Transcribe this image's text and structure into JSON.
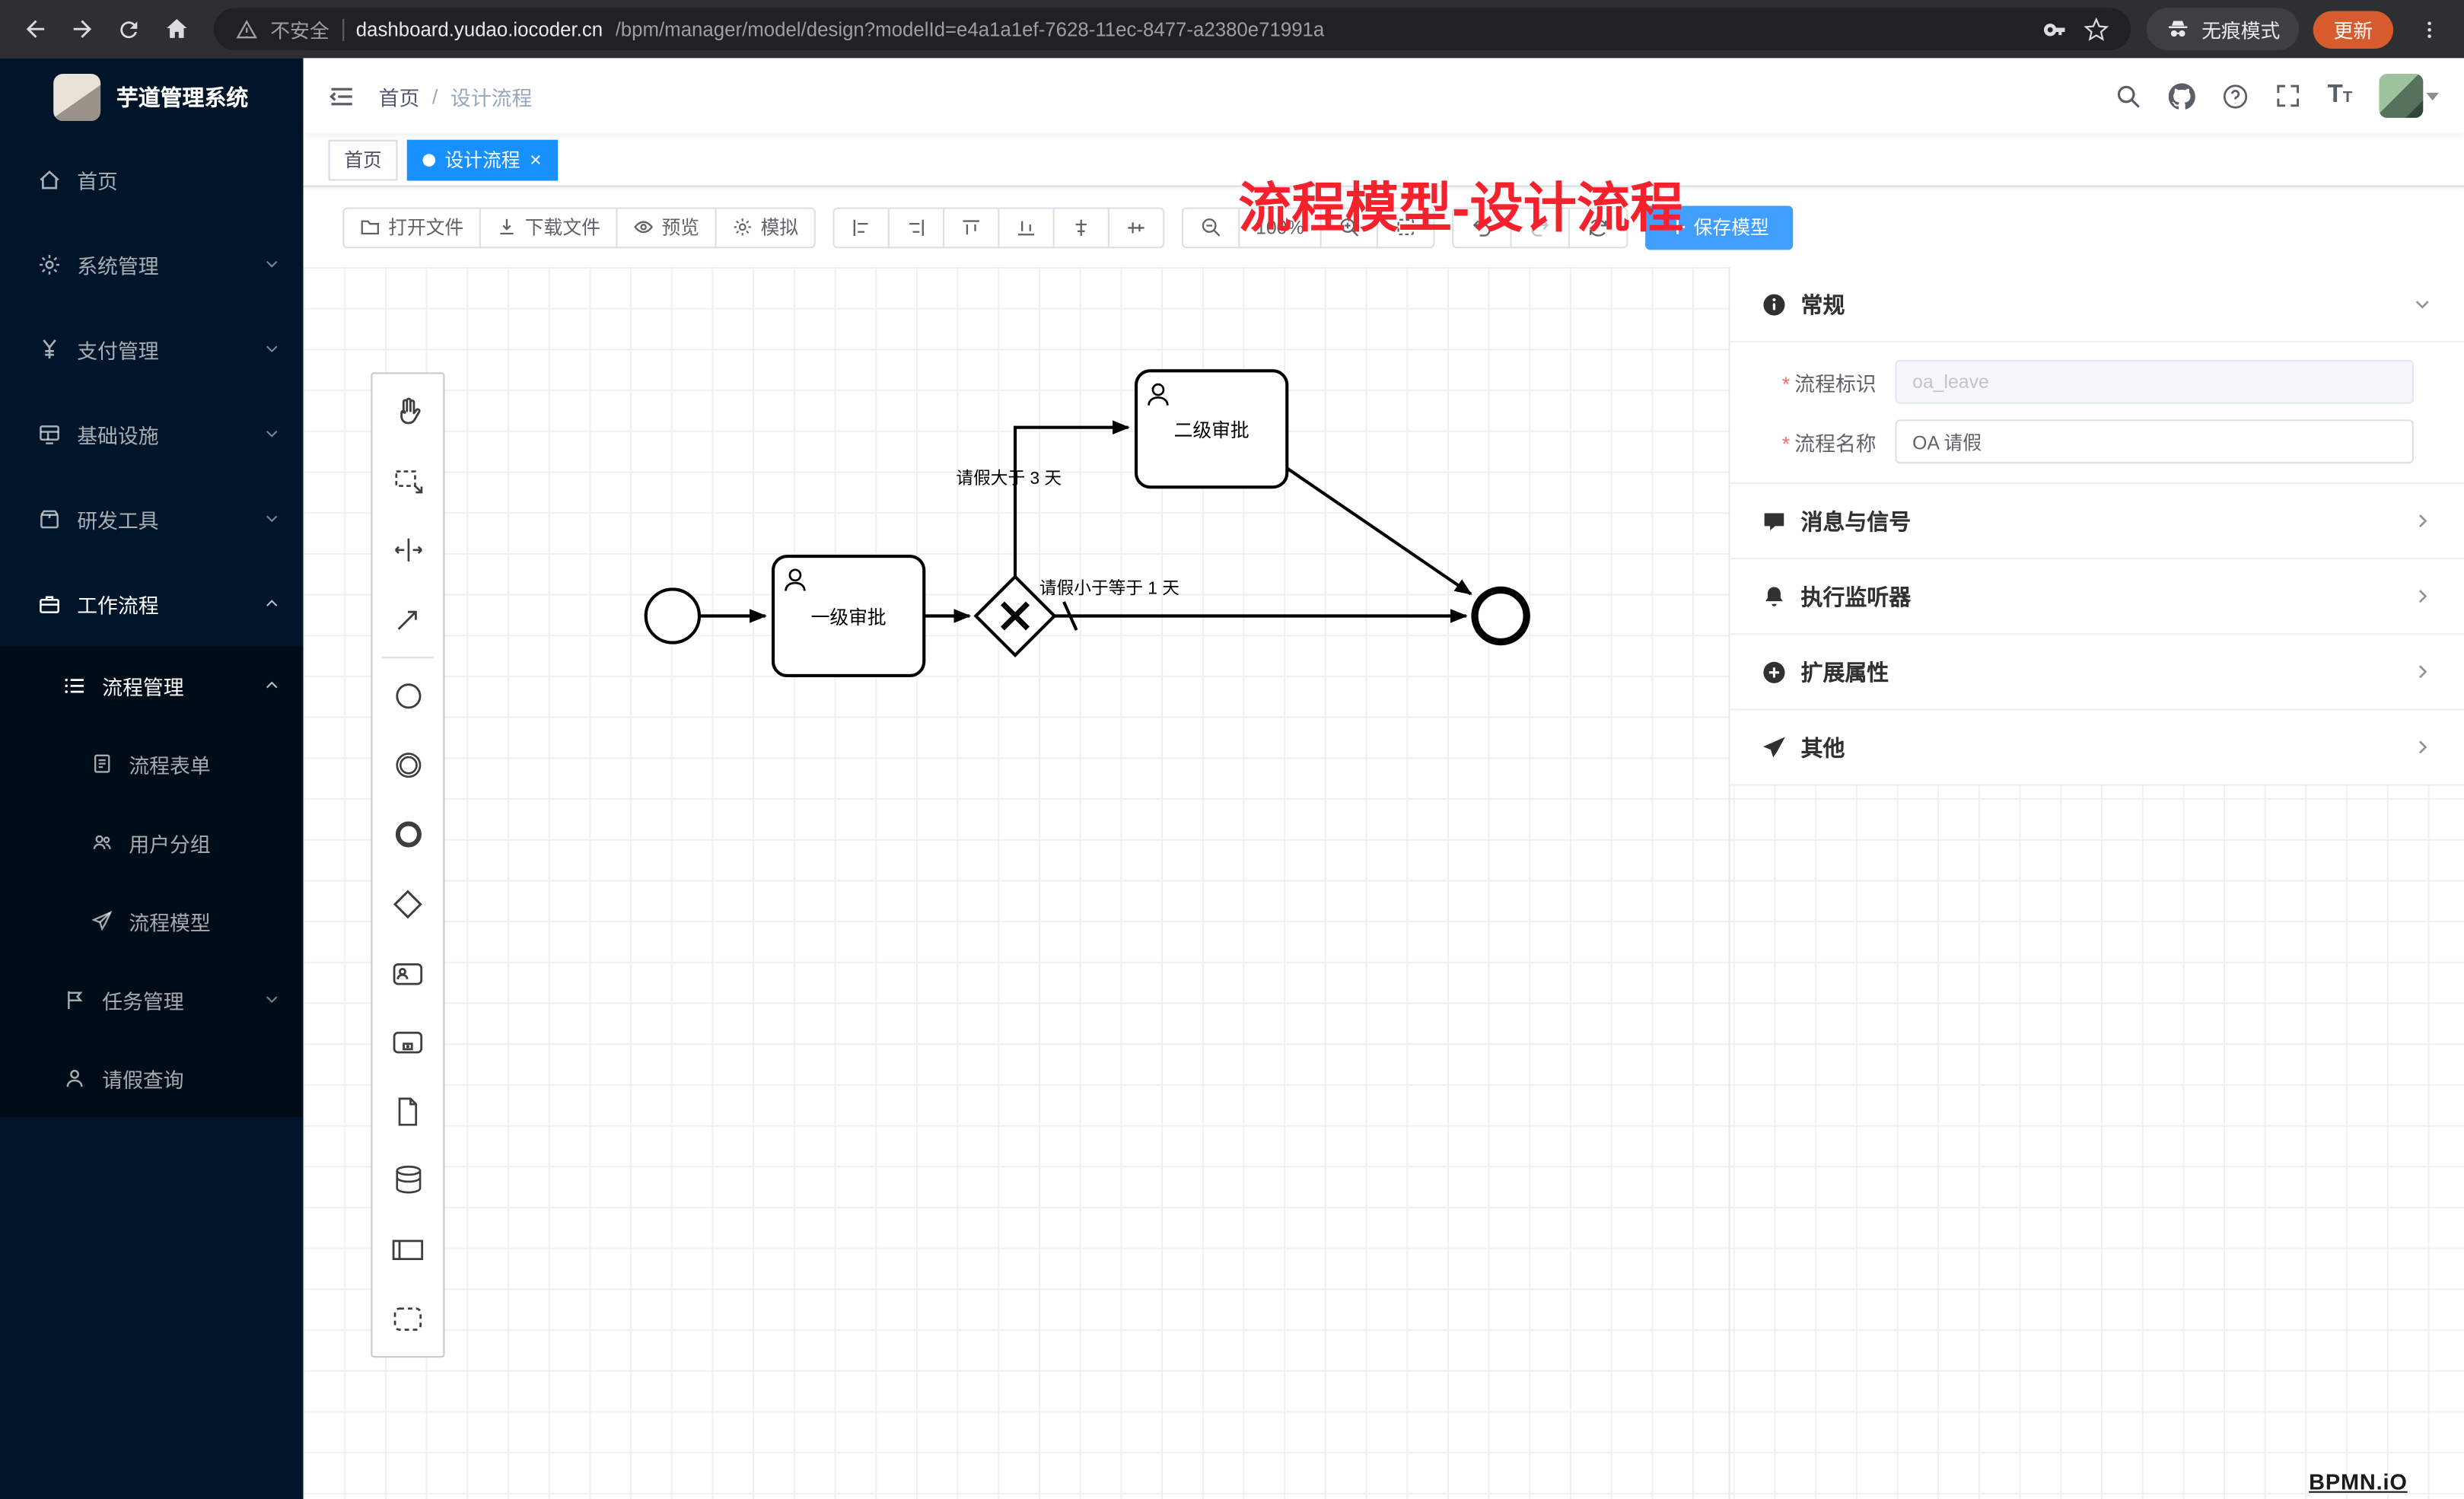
{
  "colors": {
    "accent_blue": "#409eff",
    "tab_active_blue": "#1890ff",
    "sidebar_bg": "#001529",
    "submenu_bg": "#000c17",
    "annotation_red": "#f5222d",
    "update_chip_orange": "#d85b2d"
  },
  "browser": {
    "security_label": "不安全",
    "url_host": "dashboard.yudao.iocoder.cn",
    "url_path": "/bpm/manager/model/design?modelId=e4a1a1ef-7628-11ec-8477-a2380e71991a",
    "incognito_label": "无痕模式",
    "update_label": "更新"
  },
  "sidebar": {
    "logo_title": "芋道管理系统",
    "items": [
      {
        "label": "首页"
      },
      {
        "label": "系统管理"
      },
      {
        "label": "支付管理"
      },
      {
        "label": "基础设施"
      },
      {
        "label": "研发工具"
      },
      {
        "label": "工作流程"
      },
      {
        "label": "流程管理"
      },
      {
        "label": "流程表单"
      },
      {
        "label": "用户分组"
      },
      {
        "label": "流程模型"
      },
      {
        "label": "任务管理"
      },
      {
        "label": "请假查询"
      }
    ]
  },
  "header": {
    "breadcrumb": {
      "home": "首页",
      "sep": "/",
      "current": "设计流程"
    },
    "annotation": "流程模型-设计流程"
  },
  "tabs": {
    "items": [
      {
        "label": "首页"
      },
      {
        "label": "设计流程"
      }
    ],
    "close_glyph": "×"
  },
  "toolbar": {
    "open": "打开文件",
    "download": "下载文件",
    "preview": "预览",
    "simulate": "模拟",
    "zoom": "100%",
    "save": "保存模型"
  },
  "panel": {
    "required_mark": "*",
    "general": {
      "title": "常规",
      "key_label": "流程标识",
      "key_value": "oa_leave",
      "name_label": "流程名称",
      "name_value": "OA 请假"
    },
    "sections": [
      {
        "title": "消息与信号"
      },
      {
        "title": "执行监听器"
      },
      {
        "title": "扩展属性"
      },
      {
        "title": "其他"
      }
    ]
  },
  "diagram": {
    "task1_label": "一级审批",
    "task2_label": "二级审批",
    "flow_gt_label": "请假大于 3 天",
    "flow_le_label": "请假小于等于 1 天"
  },
  "watermark": "BPMN.iO"
}
